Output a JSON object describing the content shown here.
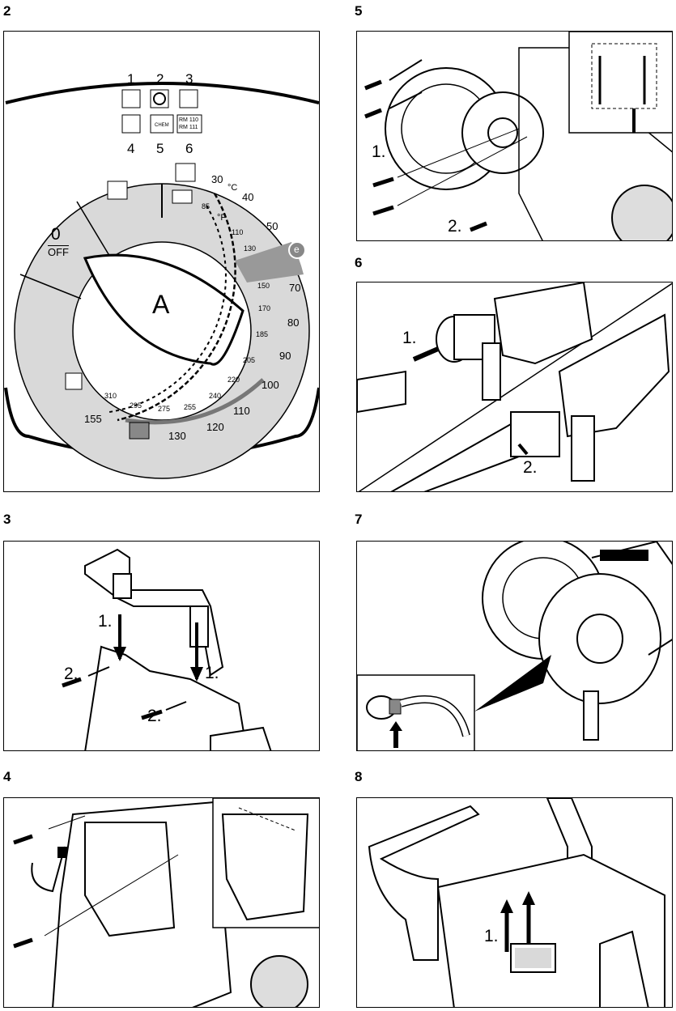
{
  "figures": {
    "f2": {
      "number": "2"
    },
    "f3": {
      "number": "3",
      "steps": [
        "1.",
        "1.",
        "2.",
        "2."
      ]
    },
    "f4": {
      "number": "4"
    },
    "f5": {
      "number": "5",
      "steps": [
        "1.",
        "2."
      ]
    },
    "f6": {
      "number": "6",
      "steps": [
        "1.",
        "2."
      ]
    },
    "f7": {
      "number": "7"
    },
    "f8": {
      "number": "8",
      "steps": [
        "1."
      ]
    }
  },
  "dial": {
    "icon_numbers": [
      "1",
      "2",
      "3",
      "4",
      "5",
      "6"
    ],
    "rm_label": [
      "RM 110",
      "RM 111"
    ],
    "chem_label": "CHEM",
    "off_zero": "0",
    "off_label": "OFF",
    "center_label": "A",
    "eco_label": "e",
    "unit_c": "°C",
    "unit_f": "°F",
    "celsius_ticks": [
      "30",
      "40",
      "50",
      "70",
      "80",
      "90",
      "100",
      "110",
      "120",
      "130",
      "155"
    ],
    "fahrenheit_ticks": [
      "85",
      "110",
      "130",
      "150",
      "170",
      "185",
      "205",
      "220",
      "240",
      "255",
      "275",
      "295",
      "310"
    ]
  }
}
